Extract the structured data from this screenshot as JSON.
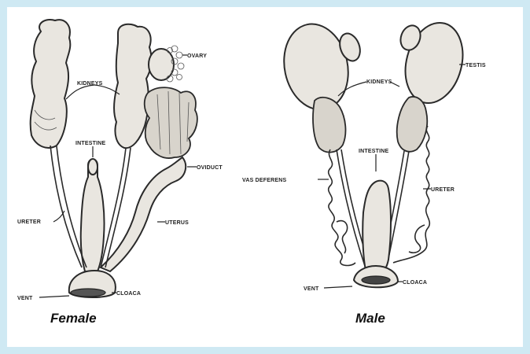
{
  "female": {
    "caption": "Female",
    "labels": {
      "ovary": "OVARY",
      "kidneys": "KIDNEYS",
      "intestine": "INTESTINE",
      "oviduct": "OVIDUCT",
      "ureter": "URETER",
      "uterus": "UTERUS",
      "vent": "VENT",
      "cloaca": "CLOACA"
    }
  },
  "male": {
    "caption": "Male",
    "labels": {
      "testis": "TESTIS",
      "kidneys": "KIDNEYS",
      "intestine": "INTESTINE",
      "vas_deferens": "VAS DEFERENS",
      "ureter": "URETER",
      "vent": "VENT",
      "cloaca": "CLOACA"
    }
  },
  "colors": {
    "border": "#cfe9f3",
    "background": "#ffffff",
    "ink": "#2a2a2a"
  }
}
